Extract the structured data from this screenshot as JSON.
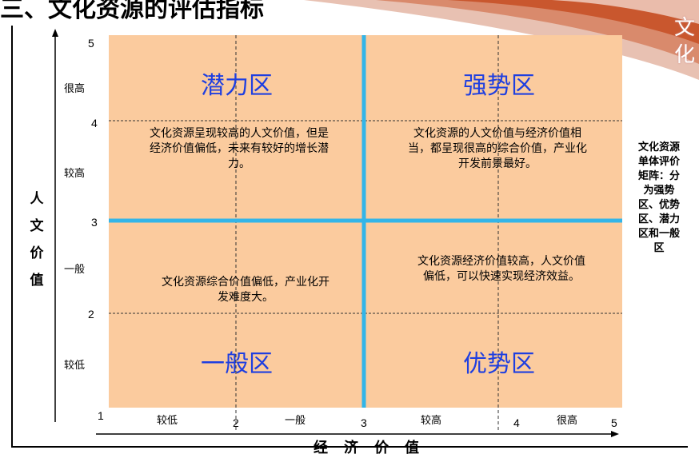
{
  "slide_title": "三、文化资源的评估指标",
  "corner_text": "文化",
  "y_axis_label": "人文价值",
  "x_axis_label": "经济价值",
  "side_note": "文化资源单体评价矩阵：分为强势区、优势区、潜力区和一般区",
  "y_ticks": [
    "5",
    "4",
    "3",
    "2",
    "1"
  ],
  "x_ticks": [
    "2",
    "3",
    "4",
    "5"
  ],
  "y_levels": [
    "很高",
    "较高",
    "一般",
    "较低"
  ],
  "x_levels": [
    "较低",
    "一般",
    "较高",
    "很高"
  ],
  "zones": {
    "potential": {
      "title": "潜力区",
      "desc": "文化资源呈现较高的人文价值，但是经济价值偏低，未来有较好的增长潜力。"
    },
    "strong": {
      "title": "强势区",
      "desc": "文化资源的人文价值与经济价值相当，都呈现很高的综合价值，产业化开发前景最好。"
    },
    "general": {
      "title": "一般区",
      "desc": "文化资源综合价值偏低，产业化开发难度大。"
    },
    "advantage": {
      "title": "优势区",
      "desc": "文化资源经济价值较高，人文价值偏低，可以快速实现经济效益。"
    }
  },
  "colors": {
    "matrix_fill": "#FBCB9E",
    "divider": "#33B5E8",
    "zone_title": "#1F3FE0",
    "swoosh": "#C9572E"
  }
}
